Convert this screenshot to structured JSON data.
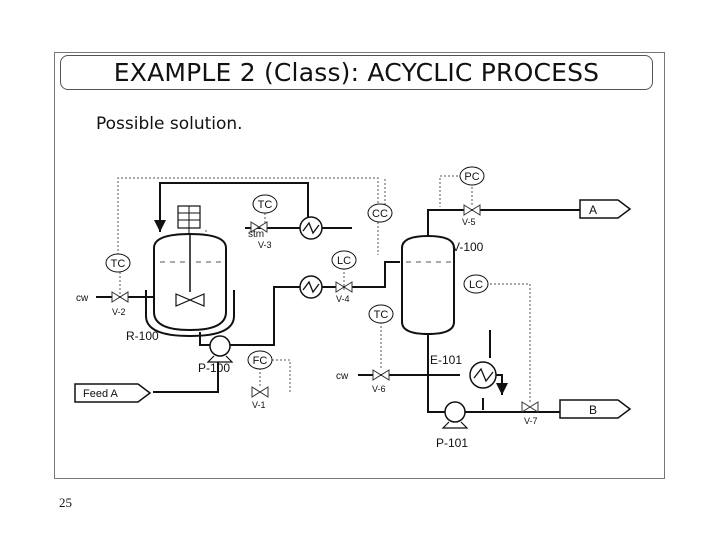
{
  "slide": {
    "title": "EXAMPLE 2 (Class): ACYCLIC PROCESS",
    "subtitle": "Possible solution.",
    "page_number": "25"
  },
  "diagram": {
    "controllers": {
      "pc": "PC",
      "tc_reactor": "TC",
      "tc_left": "TC",
      "cc": "CC",
      "lc_reactor": "LC",
      "lc_vessel": "LC",
      "tc_vessel": "TC",
      "fc": "FC"
    },
    "equipment": {
      "reactor": "R-100",
      "vessel": "V-100",
      "exchanger": "E-101",
      "pump_reactor": "P-100",
      "pump_vessel": "P-101"
    },
    "valves": {
      "v1": "V-1",
      "v2": "V-2",
      "v3": "V-3",
      "v4": "V-4",
      "v5": "V-5",
      "v6": "V-6",
      "v7": "V-7"
    },
    "streams": {
      "stm": "stm",
      "cw_left": "cw",
      "cw_bottom": "cw",
      "feed_a": "Feed A",
      "product_a": "A",
      "product_b": "B"
    }
  }
}
